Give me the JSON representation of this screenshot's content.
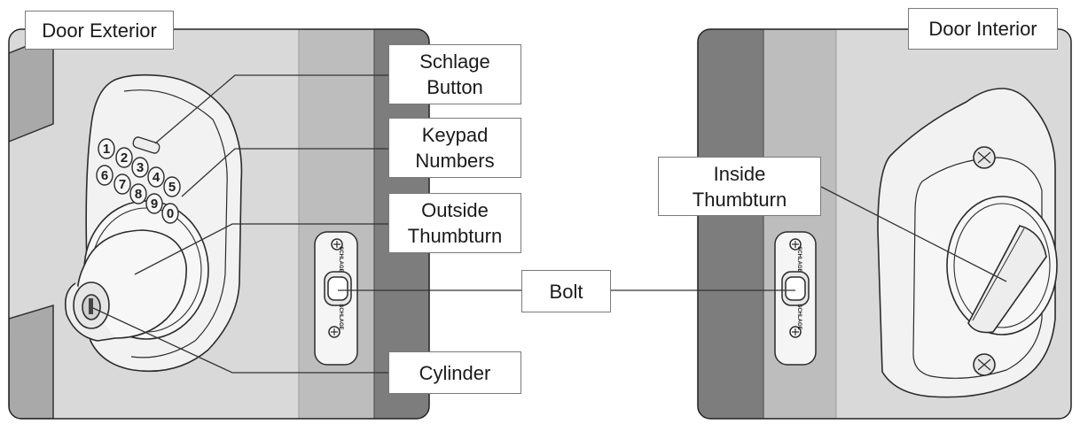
{
  "panels": {
    "exterior": {
      "title": "Door Exterior"
    },
    "interior": {
      "title": "Door Interior"
    }
  },
  "callouts": {
    "schlage_button": {
      "line1": "Schlage",
      "line2": "Button"
    },
    "keypad_numbers": {
      "line1": "Keypad",
      "line2": "Numbers"
    },
    "outside_thumbturn": {
      "line1": "Outside",
      "line2": "Thumbturn"
    },
    "bolt": {
      "line1": "Bolt"
    },
    "cylinder": {
      "line1": "Cylinder"
    },
    "inside_thumbturn": {
      "line1": "Inside",
      "line2": "Thumbturn"
    }
  },
  "keypad": {
    "keys": [
      "1",
      "2",
      "3",
      "4",
      "5",
      "6",
      "7",
      "8",
      "9",
      "0"
    ]
  },
  "strike_plate": {
    "brand_text": "SCHLAGE"
  },
  "colors": {
    "wall": "#d9d9d9",
    "door_edge_light": "#bdbdbd",
    "door_edge_dark": "#7d7d7d",
    "hardware": "#f2f2f2",
    "outline": "#2b2b2b"
  }
}
